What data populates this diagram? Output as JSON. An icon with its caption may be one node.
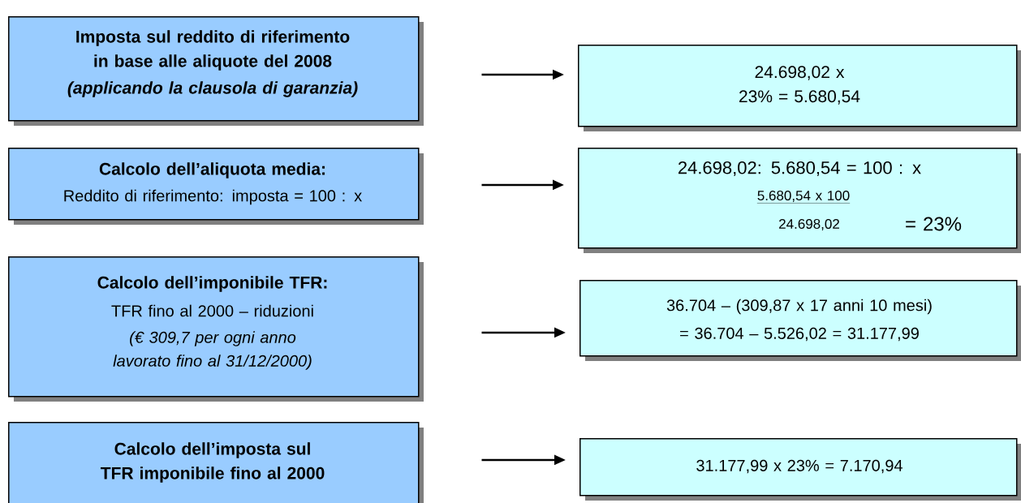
{
  "diagram": {
    "nodes": [
      {
        "text": [
          "Imposta sul reddito di riferimento in base alle aliquote del 2008",
          "(applicando la clausola di garanzia)"
        ]
      },
      {
        "text": [
          "24.698,02 x 23% = 5.680,54"
        ]
      },
      {
        "text": [
          "Calcolo dell’aliquota media:",
          "Reddito di riferimento: imposta = 100 : x"
        ]
      },
      {
        "text": [
          "24.698,02: 5.680,54 = 100 : x",
          "5.680,54 x 100",
          "24.698,02",
          "= 23%"
        ]
      },
      {
        "text": [
          "Calcolo dell’imponibile TFR:",
          "TFR fino al 2000 – riduzioni",
          "(€ 309,7 per ogni anno lavorato fino al 31/12/2000)"
        ]
      },
      {
        "text": [
          "36.704 – (309,87 x 17 anni 10 mesi)",
          "= 36.704 – 5.526,02 = 31.177,99"
        ]
      },
      {
        "text": [
          "Calcolo dell’imposta sul TFR imponibile fino al 2000"
        ]
      },
      {
        "text": [
          "31.177,99 x 23% = 7.170,94"
        ]
      }
    ],
    "edges": [
      {
        "from": 0,
        "to": 1,
        "arrow": "to"
      },
      {
        "from": 2,
        "to": 3,
        "arrow": "to"
      },
      {
        "from": 4,
        "to": 5,
        "arrow": "to"
      },
      {
        "from": 6,
        "to": 7,
        "arrow": "to"
      }
    ]
  }
}
